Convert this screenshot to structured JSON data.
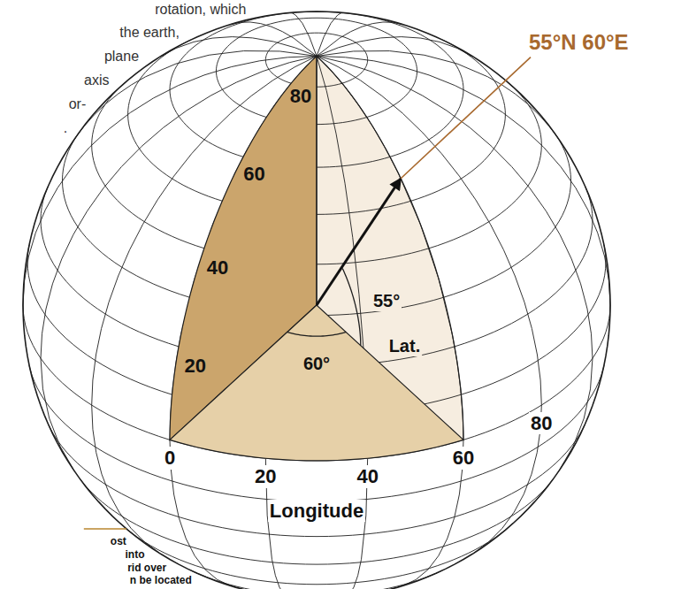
{
  "diagram": {
    "labels": [
      "rotation, which",
      "the earth,",
      "plane",
      "axis",
      "or-",
      ".",
      "55°N 60°E",
      "80",
      "60",
      "40",
      "20",
      "55°",
      "Lat.",
      "60°",
      "0",
      "20",
      "40",
      "60",
      "80",
      "Longitude",
      "ost",
      "into",
      "rid over",
      "n be located"
    ]
  }
}
